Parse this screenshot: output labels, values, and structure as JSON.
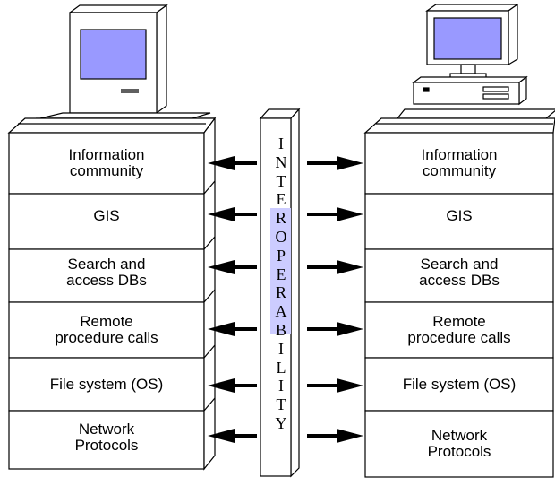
{
  "colors": {
    "screen": "#9999ff",
    "highlight": "#ccccff",
    "line": "#000000",
    "background": "#ffffff"
  },
  "left_stack": {
    "layers": [
      "Information\ncommunity",
      "GIS",
      "Search and\naccess DBs",
      "Remote\nprocedure calls",
      "File system (OS)",
      "Network\nProtocols"
    ]
  },
  "right_stack": {
    "layers": [
      "Information\ncommunity",
      "GIS",
      "Search and\naccess DBs",
      "Remote\nprocedure calls",
      "File system (OS)",
      "Network\nProtocols"
    ]
  },
  "pillar": {
    "letters": [
      "I",
      "N",
      "T",
      "E",
      "R",
      "O",
      "P",
      "E",
      "R",
      "A",
      "B",
      "I",
      "L",
      "I",
      "T",
      "Y"
    ],
    "highlight_range": [
      4,
      10
    ]
  },
  "icons": {
    "left_computer": "classic-mac-computer-icon",
    "right_computer": "desktop-pc-computer-icon"
  }
}
